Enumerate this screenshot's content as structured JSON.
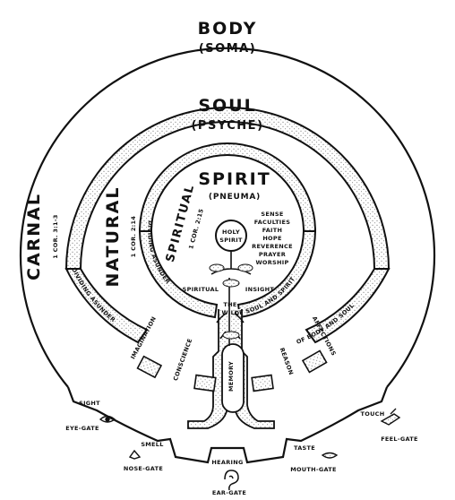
{
  "body": {
    "title": "BODY",
    "subtitle": "(SOMA)"
  },
  "soul": {
    "title": "SOUL",
    "subtitle": "(PSYCHE)"
  },
  "spirit": {
    "title": "SPIRIT",
    "subtitle": "(PNEUMA)"
  },
  "carnal": {
    "label": "CARNAL",
    "ref": "1 COR. 3:1-3"
  },
  "natural": {
    "label": "NATURAL",
    "ref": "1 COR. 2:14"
  },
  "spiritual": {
    "label": "SPIRITUAL",
    "ref": "1 COR. 2:15"
  },
  "holy_spirit": {
    "line1": "HOLY",
    "line2": "SPIRIT"
  },
  "spirit_faculties": [
    "SENSE",
    "FACULTIES",
    "FAITH",
    "HOPE",
    "REVERENCE",
    "PRAYER",
    "WORSHIP"
  ],
  "spiritual_insight": {
    "word1": "SPIRITUAL",
    "word2": "INSIGHT"
  },
  "ring_labels": {
    "dividing_left_outer": "DIVIDING ASUNDER",
    "dividing_left_inner": "DIVIDING ASUNDER",
    "soul_and_spirit": "OF SOUL AND SPIRIT",
    "body_and_soul": "OF BODY AND SOUL"
  },
  "will": {
    "line1": "THE",
    "line2": "WILL"
  },
  "memory": "MEMORY",
  "faculties": {
    "imagination": "IMAGINATION",
    "conscience": "CONSCIENCE",
    "reason": "REASON",
    "affections": "AFFECTIONS"
  },
  "senses": [
    {
      "sense": "SIGHT",
      "gate": "EYE-GATE"
    },
    {
      "sense": "SMELL",
      "gate": "NOSE-GATE"
    },
    {
      "sense": "HEARING",
      "gate": "EAR-GATE"
    },
    {
      "sense": "TASTE",
      "gate": "MOUTH-GATE"
    },
    {
      "sense": "TOUCH",
      "gate": "FEEL-GATE"
    }
  ],
  "colors": {
    "ink": "#111111",
    "paper": "#ffffff",
    "stipple": "#6b6b6b"
  }
}
